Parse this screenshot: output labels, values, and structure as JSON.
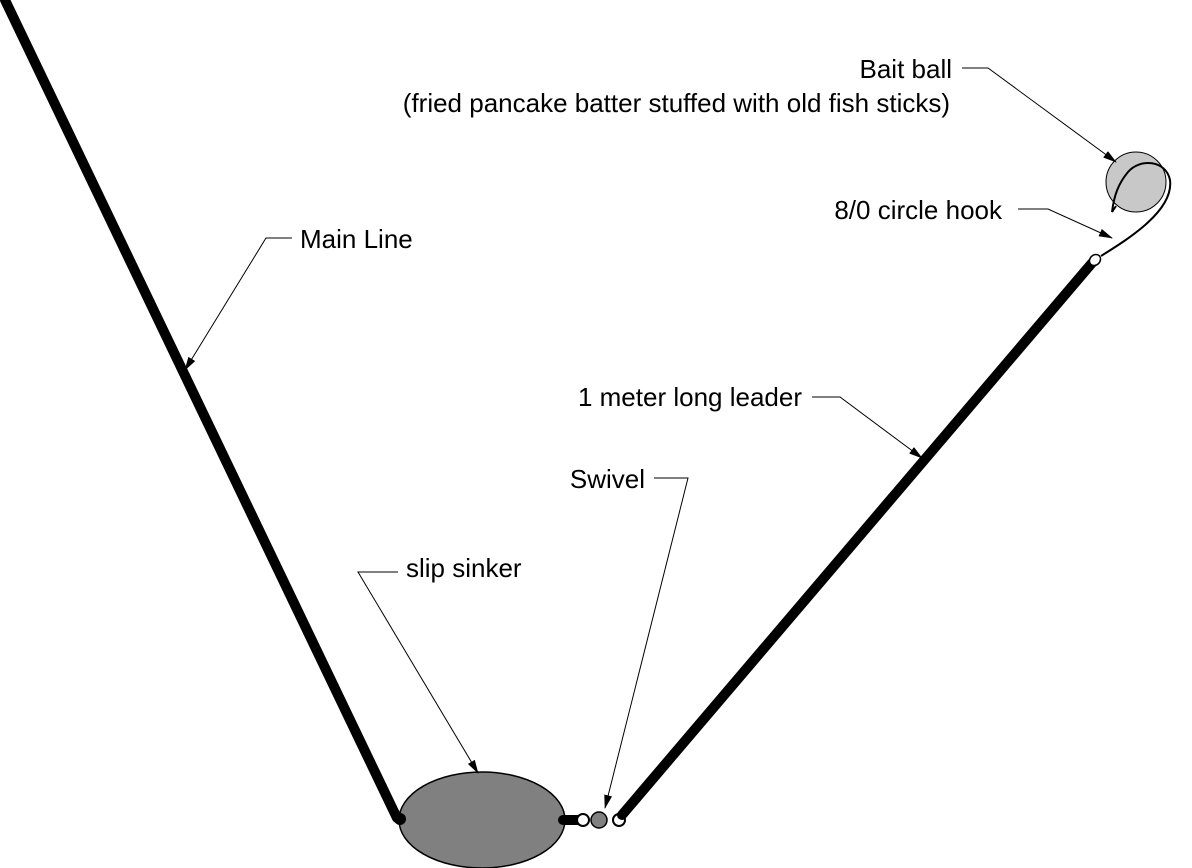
{
  "labels": {
    "bait_ball_title": "Bait ball",
    "bait_ball_description": "(fried pancake batter stuffed with old fish sticks)",
    "hook": "8/0 circle hook",
    "main_line": "Main Line",
    "leader": "1 meter long leader",
    "swivel": "Swivel",
    "sinker": "slip sinker"
  },
  "colors": {
    "line": "#000000",
    "sinker_fill": "#808080",
    "swivel_bead_fill": "#808080",
    "bait_ball_fill": "#c8c8c8",
    "background": "#ffffff"
  }
}
